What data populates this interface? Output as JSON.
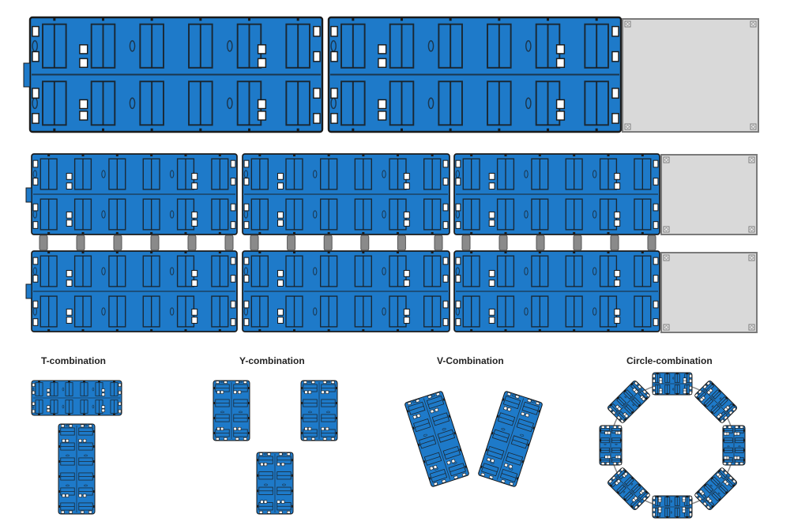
{
  "colors": {
    "float_blue": "#1e7ac9",
    "float_outline": "#1a1a1a",
    "box_grey": "#d9d9d9",
    "box_outline": "#7a7a7a",
    "connector_grey": "#8a8a8a",
    "ring_line": "#8a8a8a"
  },
  "icons": [
    "pontoon-float-module",
    "grey-deck-box",
    "connector-clip",
    "ring-guide-line"
  ],
  "combinations": [
    {
      "id": "t",
      "title": "T-combination"
    },
    {
      "id": "y",
      "title": "Y-combination"
    },
    {
      "id": "v",
      "title": "V-Combination"
    },
    {
      "id": "circle",
      "title": "Circle-combination"
    }
  ]
}
